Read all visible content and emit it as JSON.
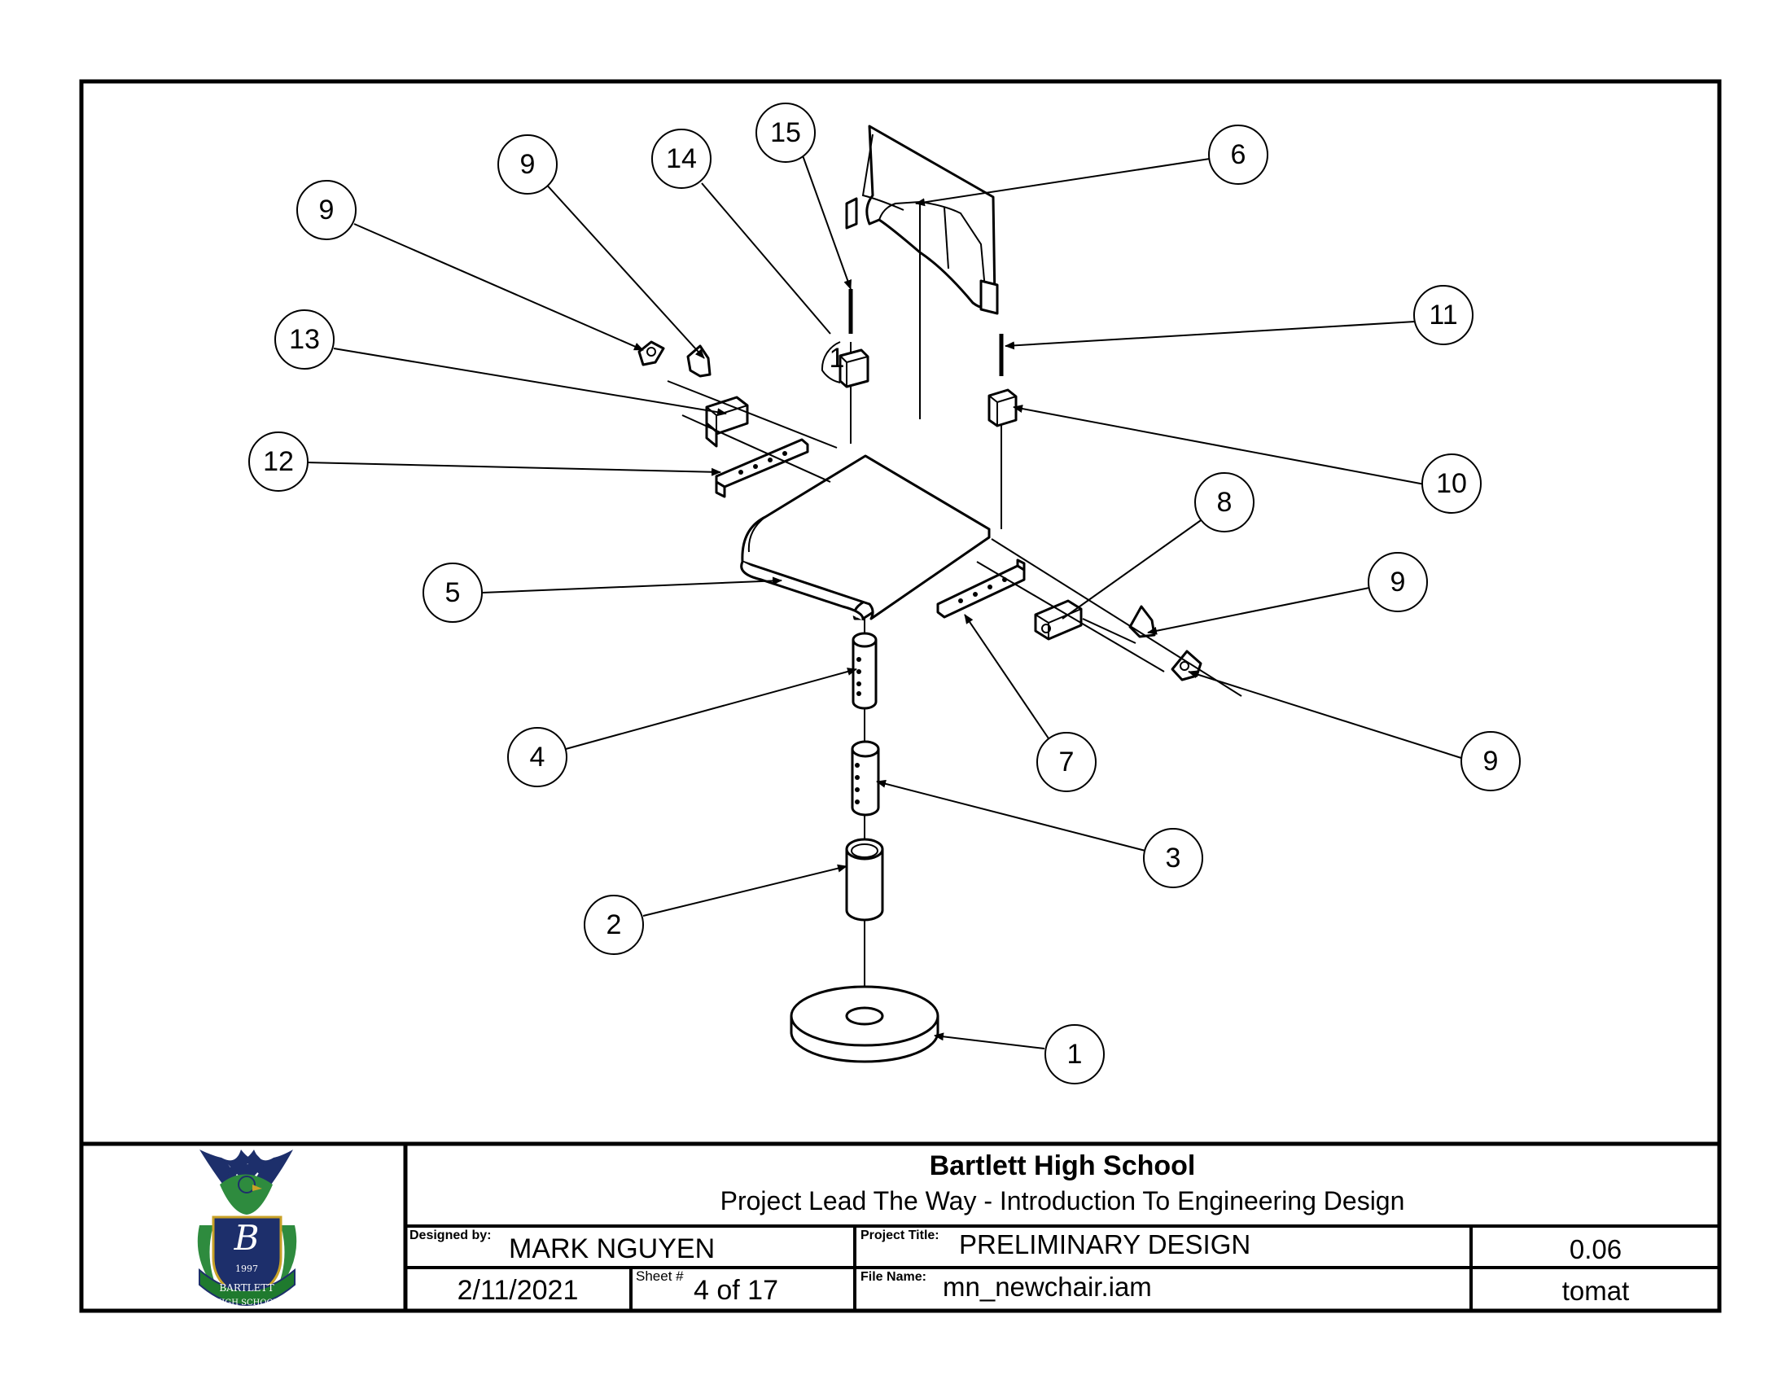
{
  "title_block": {
    "school": "Bartlett High School",
    "course": "Project Lead The Way - Introduction To Engineering Design",
    "designed_by_label": "Designed by:",
    "designer": "MARK NGUYEN",
    "project_title_label": "Project Title:",
    "project_title": "PRELIMINARY DESIGN",
    "revision": "0.06",
    "date": "2/11/2021",
    "sheet_label": "Sheet #",
    "sheet": "4 of 17",
    "file_name_label": "File Name:",
    "file_name": "mn_newchair.iam",
    "drawn_by": "tomat"
  },
  "logo": {
    "year": "1997",
    "monogram": "B",
    "banner": "BARTLETT",
    "banner_lower": "HIGH SCHOOL",
    "colors": {
      "green": "#1f7a2e",
      "navy": "#1d2f6b",
      "gold": "#c9a227"
    }
  },
  "balloons": [
    {
      "id": "b15",
      "label": "15"
    },
    {
      "id": "b14",
      "label": "14"
    },
    {
      "id": "b9a",
      "label": "9"
    },
    {
      "id": "b9b",
      "label": "9"
    },
    {
      "id": "b6",
      "label": "6"
    },
    {
      "id": "b11",
      "label": "11"
    },
    {
      "id": "b13",
      "label": "13"
    },
    {
      "id": "b12",
      "label": "12"
    },
    {
      "id": "b10",
      "label": "10"
    },
    {
      "id": "b8",
      "label": "8"
    },
    {
      "id": "b5",
      "label": "5"
    },
    {
      "id": "b9c",
      "label": "9"
    },
    {
      "id": "b4",
      "label": "4"
    },
    {
      "id": "b7",
      "label": "7"
    },
    {
      "id": "b9d",
      "label": "9"
    },
    {
      "id": "b3",
      "label": "3"
    },
    {
      "id": "b2",
      "label": "2"
    },
    {
      "id": "b1",
      "label": "1"
    }
  ],
  "overlap_label": "1"
}
